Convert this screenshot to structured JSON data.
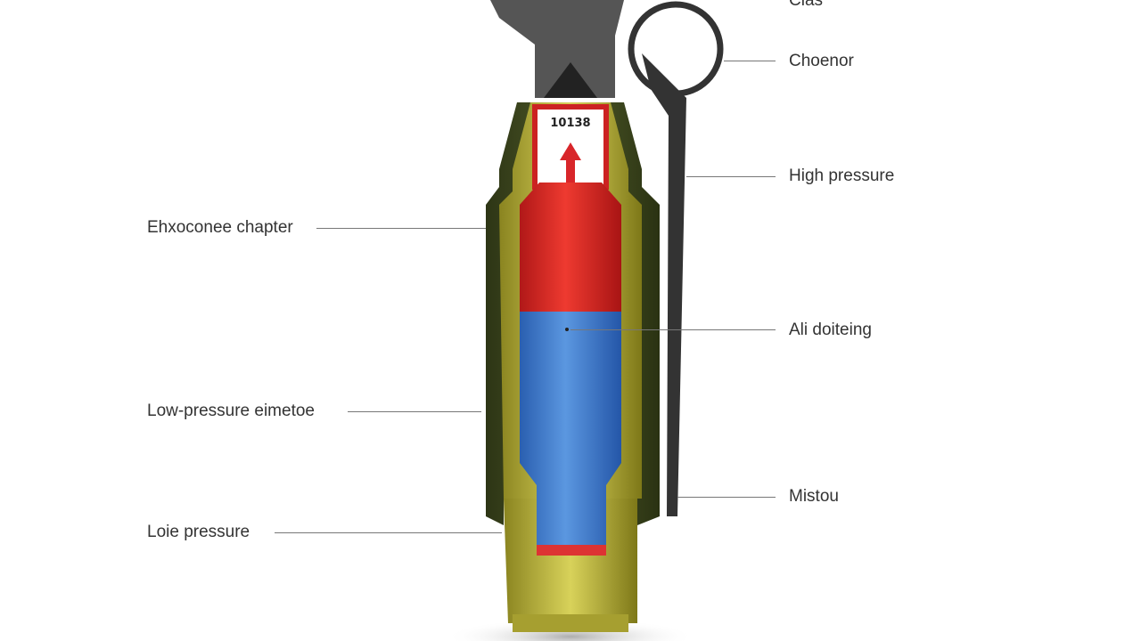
{
  "diagram": {
    "labels_right": [
      {
        "text": "Clas"
      },
      {
        "text": "Choenor"
      },
      {
        "text": "High pressure"
      },
      {
        "text": "Ali doiteing"
      },
      {
        "text": "Mistou"
      }
    ],
    "labels_left": [
      {
        "text": "Ehxoconee chapter"
      },
      {
        "text": "Low-pressure eimetoe"
      },
      {
        "text": "Loie pressure"
      }
    ],
    "chamber_marking": "10138",
    "colors": {
      "body": "#3f4a22",
      "liner": "#c9c43a",
      "high_pressure": "#e0312b",
      "low_pressure": "#3e7fd0",
      "base": "#b8b23a",
      "lever": "#2a2a2a"
    }
  }
}
